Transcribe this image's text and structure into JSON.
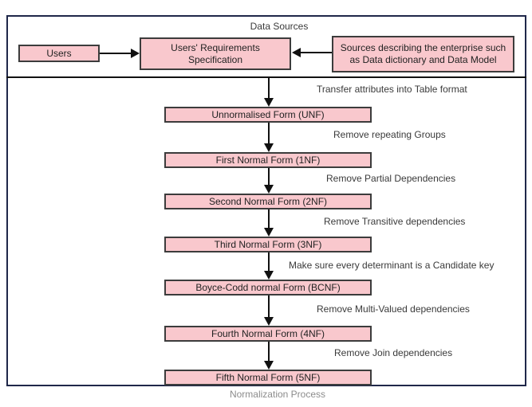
{
  "diagram": {
    "caption": "Normalization Process",
    "data_sources": {
      "title": "Data Sources",
      "users_box": "Users",
      "requirements_box_line1": "Users' Requirements",
      "requirements_box_line2": "Specification",
      "sources_box_line1": "Sources describing the enterprise such",
      "sources_box_line2": "as Data dictionary and  Data Model"
    },
    "steps": [
      {
        "action": "Transfer attributes into Table format",
        "box": "Unnormalised Form (UNF)"
      },
      {
        "action": "Remove repeating Groups",
        "box": "First Normal Form (1NF)"
      },
      {
        "action": "Remove Partial Dependencies",
        "box": "Second Normal Form (2NF)"
      },
      {
        "action": "Remove Transitive dependencies",
        "box": "Third Normal Form (3NF)"
      },
      {
        "action": "Make sure every determinant is a Candidate key",
        "box": "Boyce-Codd normal Form (BCNF)"
      },
      {
        "action": "Remove Multi-Valued dependencies",
        "box": "Fourth Normal Form (4NF)"
      },
      {
        "action": "Remove Join dependencies",
        "box": "Fifth Normal Form (5NF)"
      }
    ],
    "colors": {
      "box_fill": "#f9c8cd",
      "box_border": "#3c3c3c",
      "outer_border": "#1f2749",
      "line_color": "#111111",
      "label_text": "#3a3a3a",
      "caption_text": "#8c8c8c"
    }
  }
}
